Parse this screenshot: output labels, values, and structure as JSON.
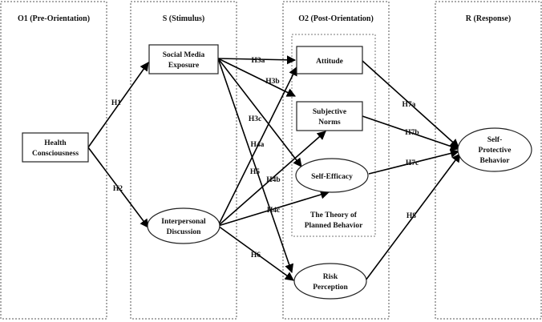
{
  "columns": {
    "o1": "O1 (Pre-Orientation)",
    "s": "S (Stimulus)",
    "o2": "O2 (Post-Orientation)",
    "r": "R (Response)"
  },
  "nodes": {
    "health": [
      "Health",
      "Consciousness"
    ],
    "social": [
      "Social Media",
      "Exposure"
    ],
    "interpersonal": [
      "Interpersonal",
      "Discussion"
    ],
    "attitude": [
      "Attitude"
    ],
    "norms": [
      "Subjective",
      "Norms"
    ],
    "efficacy": [
      "Self-Efficacy"
    ],
    "risk": [
      "Risk",
      "Perception"
    ],
    "behavior": [
      "Self-",
      "Protective",
      "Behavior"
    ]
  },
  "tpb_label": [
    "The Theory of",
    "Planned Behavior"
  ],
  "hypotheses": {
    "h1": "H1",
    "h2": "H2",
    "h3a": "H3a",
    "h3b": "H3b",
    "h3c": "H3c",
    "h4a": "H4a",
    "h4b": "H4b",
    "h4c": "H4c",
    "h5": "H5",
    "h6": "H6",
    "h7a": "H7a",
    "h7b": "H7b",
    "h7c": "H7c",
    "h8": "H8"
  }
}
